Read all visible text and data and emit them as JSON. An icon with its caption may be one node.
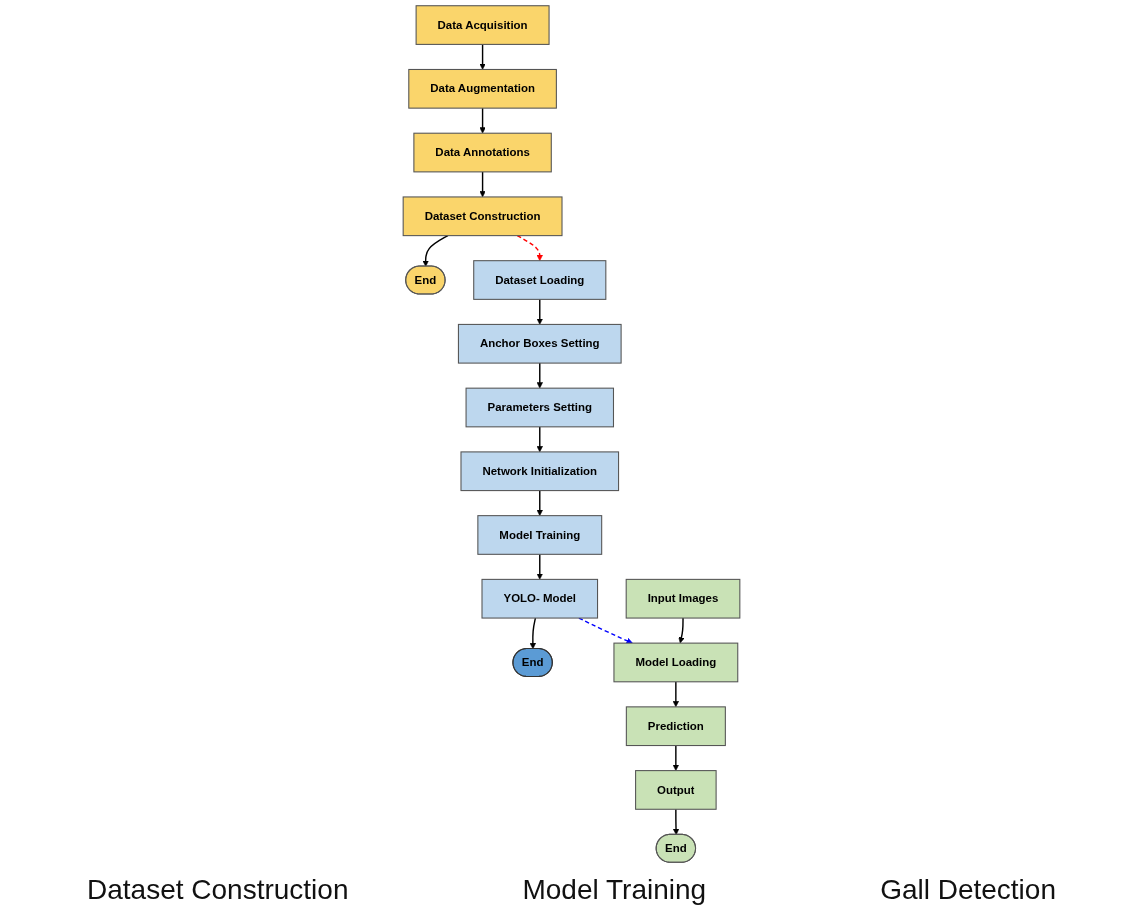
{
  "diagram": {
    "nodes": [
      {
        "text": [
          "Data Acquisition"
        ]
      },
      {
        "text": [
          "Data Augmentation"
        ]
      },
      {
        "text": [
          "Data Annotations"
        ]
      },
      {
        "text": [
          "Dataset Construction"
        ]
      },
      {
        "text": [
          "End"
        ]
      },
      {
        "text": [
          "Dataset Loading"
        ]
      },
      {
        "text": [
          "Anchor Boxes Setting"
        ]
      },
      {
        "text": [
          "Parameters Setting"
        ]
      },
      {
        "text": [
          "Network Initialization"
        ]
      },
      {
        "text": [
          "Model Training"
        ]
      },
      {
        "text": [
          "YOLO- Model"
        ]
      },
      {
        "text": [
          "End"
        ]
      },
      {
        "text": [
          "Input Images"
        ]
      },
      {
        "text": [
          "Model Loading"
        ]
      },
      {
        "text": [
          "Prediction"
        ]
      },
      {
        "text": [
          "Output"
        ]
      },
      {
        "text": [
          "End"
        ]
      }
    ],
    "edges": [
      {
        "from": 0,
        "to": 1,
        "arrow": "to"
      },
      {
        "from": 1,
        "to": 2,
        "arrow": "to"
      },
      {
        "from": 2,
        "to": 3,
        "arrow": "to"
      },
      {
        "from": 3,
        "to": 4,
        "arrow": "to"
      },
      {
        "from": 3,
        "to": 5,
        "arrow": "to",
        "style": "dashed",
        "color": "#ff0000"
      },
      {
        "from": 5,
        "to": 6,
        "arrow": "to"
      },
      {
        "from": 6,
        "to": 7,
        "arrow": "to"
      },
      {
        "from": 7,
        "to": 8,
        "arrow": "to"
      },
      {
        "from": 8,
        "to": 9,
        "arrow": "to"
      },
      {
        "from": 9,
        "to": 10,
        "arrow": "to"
      },
      {
        "from": 10,
        "to": 11,
        "arrow": "to"
      },
      {
        "from": 10,
        "to": 13,
        "arrow": "to",
        "style": "dashed",
        "color": "#0000ff"
      },
      {
        "from": 12,
        "to": 13,
        "arrow": "to"
      },
      {
        "from": 13,
        "to": 14,
        "arrow": "to"
      },
      {
        "from": 14,
        "to": 15,
        "arrow": "to"
      },
      {
        "from": 15,
        "to": 16,
        "arrow": "to"
      }
    ],
    "labels": [
      "Dataset Construction",
      "Model Training",
      "Gall Detection"
    ]
  }
}
